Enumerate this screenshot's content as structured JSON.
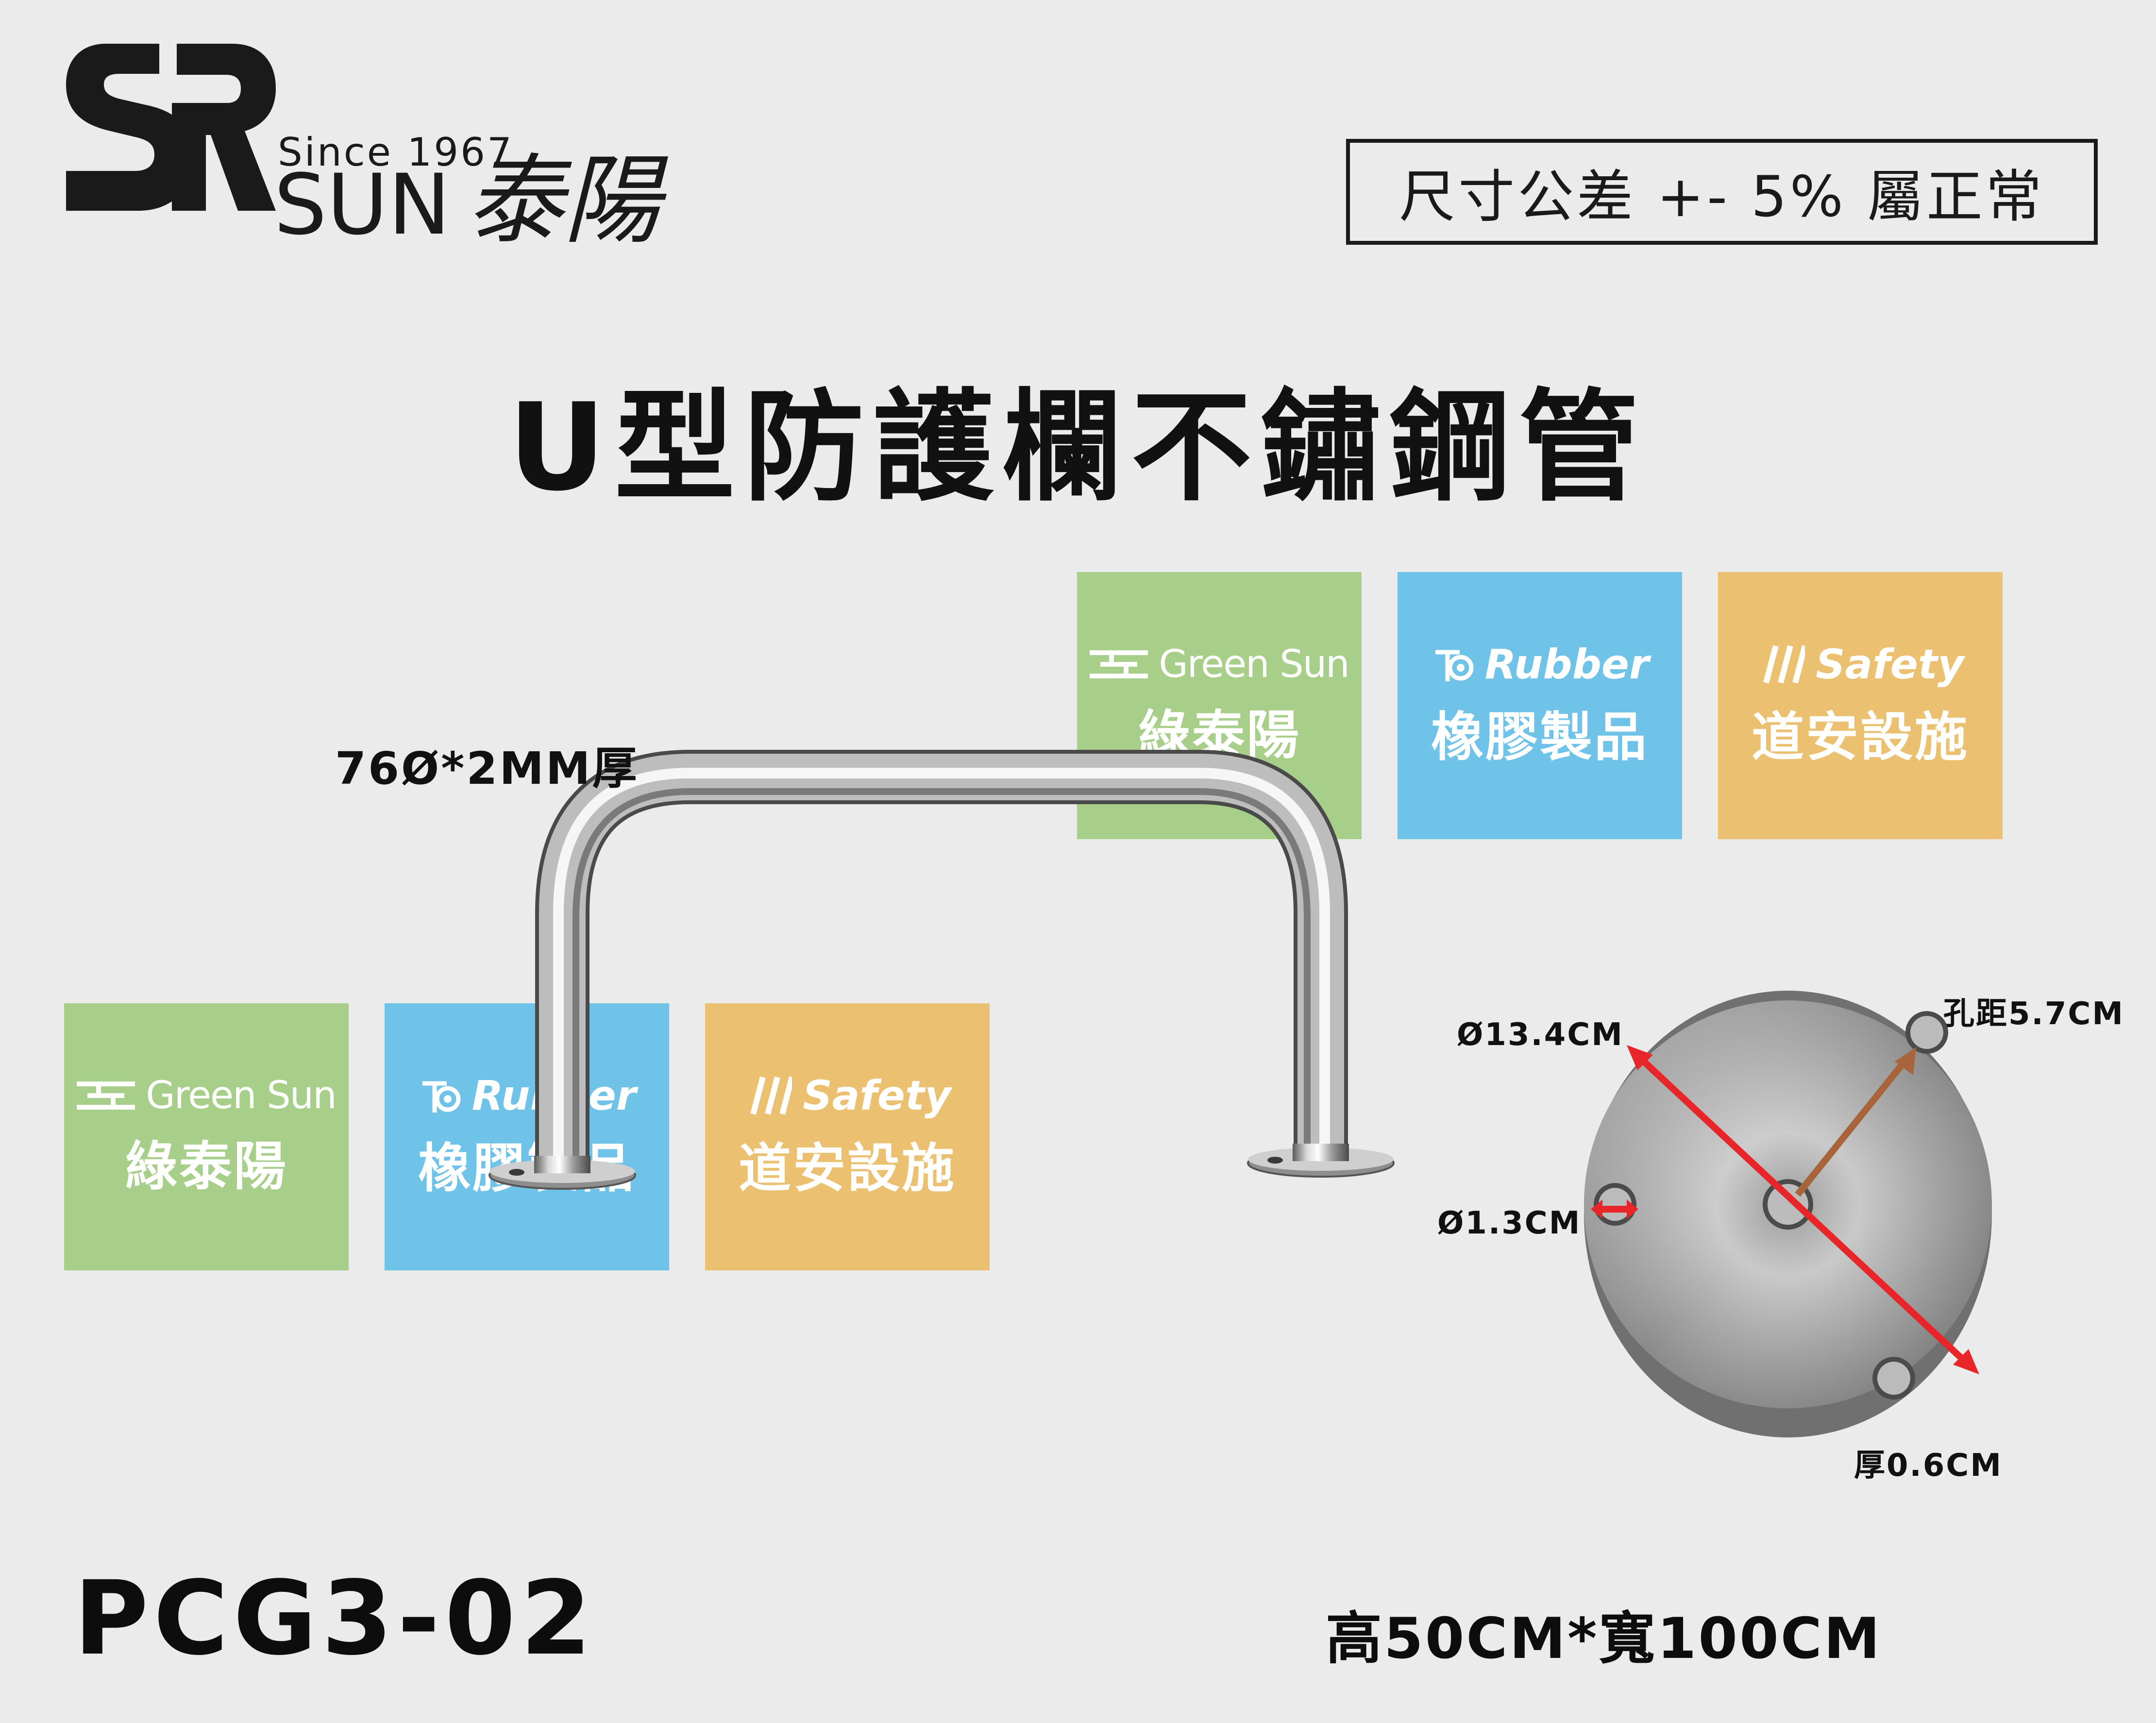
{
  "brand": {
    "since": "Since 1967",
    "name": "SUN",
    "chinese_name": "泰陽"
  },
  "tolerance_note": "尺寸公差 +- 5% 屬正常",
  "title": "U型防護欄不鏽鋼管",
  "tiles_top": [
    {
      "en": "Green Sun",
      "cn": "綠泰陽",
      "color": "#a8cf8a"
    },
    {
      "en": "Rubber",
      "cn": "橡膠製品",
      "color": "#6fc2e8"
    },
    {
      "en": "Safety",
      "cn": "道安設施",
      "color": "#ebc171"
    }
  ],
  "tiles_bottom": [
    {
      "en": "Green Sun",
      "cn": "綠泰陽",
      "color": "#a8cf8a"
    },
    {
      "en": "Rubber",
      "cn": "橡膠製品",
      "color": "#6fc2e8"
    },
    {
      "en": "Safety",
      "cn": "道安設施",
      "color": "#ebc171"
    }
  ],
  "annotations": {
    "pipe_spec": "76Ø*2MM厚",
    "plate_diameter": "Ø13.4CM",
    "hole_spacing": "孔距5.7CM",
    "hole_diameter": "Ø1.3CM",
    "plate_thickness": "厚0.6CM"
  },
  "model_number": "PCG3-02",
  "dimensions": "高50CM*寬100CM",
  "colors": {
    "background": "#ebebeb",
    "diameter_arrow": "#e8262a",
    "hole_spacing_arrow": "#a8643a"
  }
}
